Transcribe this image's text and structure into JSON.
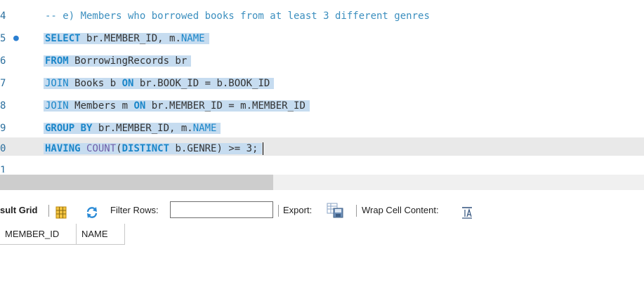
{
  "editor": {
    "lines": [
      {
        "num": "4",
        "comment": "-- e) Members who borrowed books from at least 3 different genres"
      },
      {
        "num": "5",
        "kw1": "SELECT",
        "t1": " br.MEMBER_ID, m.",
        "kw2": "NAME"
      },
      {
        "num": "6",
        "kw1": "FROM",
        "t1": " BorrowingRecords br"
      },
      {
        "num": "7",
        "kw1": "JOIN",
        "t1": " Books b ",
        "kw2": "ON",
        "t2": " br.BOOK_ID = b.BOOK_ID"
      },
      {
        "num": "8",
        "kw1": "JOIN",
        "t1": " Members m ",
        "kw2": "ON",
        "t2": " br.MEMBER_ID = m.MEMBER_ID"
      },
      {
        "num": "9",
        "kw1": "GROUP BY",
        "t1": " br.MEMBER_ID, m.",
        "kw2": "NAME"
      },
      {
        "num": "0",
        "kw1": "HAVING",
        "fn": "COUNT",
        "t1": "(",
        "kw2": "DISTINCT",
        "t2": " b.GENRE) >= 3;"
      },
      {
        "num": "1"
      }
    ],
    "breakpoint_line": "5"
  },
  "result_toolbar": {
    "result_grid_label": "sult Grid",
    "filter_rows_label": "Filter Rows:",
    "filter_rows_value": "",
    "export_label": "Export:",
    "wrap_label": "Wrap Cell Content:"
  },
  "result_grid": {
    "columns": [
      "MEMBER_ID",
      "NAME"
    ]
  }
}
